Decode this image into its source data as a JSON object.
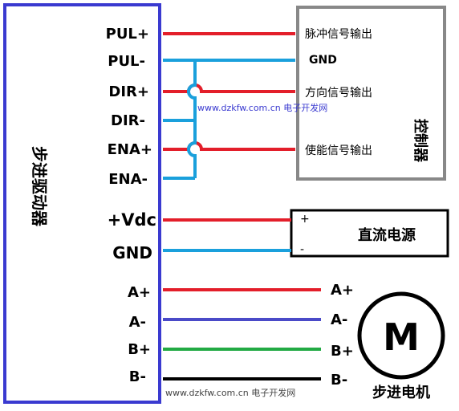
{
  "driver": {
    "title": "步进驱动器",
    "pins": [
      "PUL+",
      "PUL-",
      "DIR+",
      "DIR-",
      "ENA+",
      "ENA-",
      "+Vdc",
      "GND",
      "A+",
      "A-",
      "B+",
      "B-"
    ]
  },
  "controller": {
    "title": "控制器",
    "signals": [
      "脉冲信号输出",
      "GND",
      "方向信号输出",
      "使能信号输出"
    ]
  },
  "power": {
    "title": "直流电源",
    "plus": "+",
    "minus": "-"
  },
  "motor": {
    "symbol": "M",
    "title": "步进电机",
    "pins": [
      "A+",
      "A-",
      "B+",
      "B-"
    ]
  },
  "watermarks": [
    "www.dzkfw.com.cn 电子开发网",
    "www.dzkfw.com.cn 电子开发网"
  ],
  "colors": {
    "red": "#e31e2a",
    "blue": "#1aa0dc",
    "violet": "#4a4ac8",
    "green": "#22aa44",
    "black": "#000000",
    "driver_border": "#3a3ad0",
    "box_border": "#888888"
  }
}
